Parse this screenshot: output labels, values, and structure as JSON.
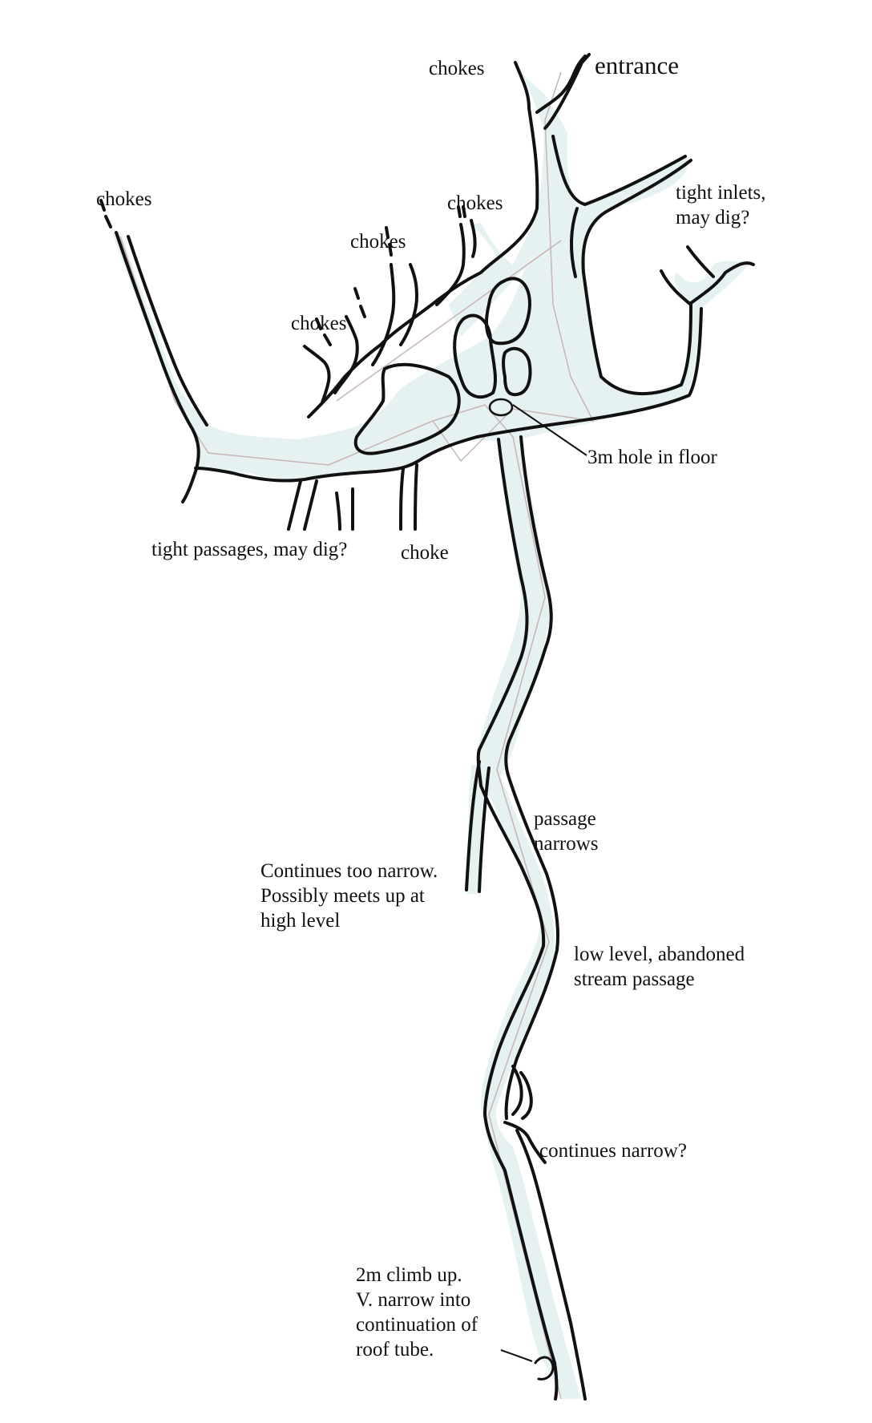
{
  "map": {
    "colors": {
      "passage_fill": "#e6f2f2",
      "wall": "#111111",
      "survey_line": "#c8b4b4"
    },
    "labels": {
      "entrance": "entrance",
      "chokes_top": "chokes",
      "chokes_left": "chokes",
      "chokes_mid_right": "chokes",
      "chokes_mid": "chokes",
      "chokes_lower": "chokes",
      "tight_inlets": [
        "tight inlets,",
        "may dig?"
      ],
      "hole_in_floor": "3m hole in floor",
      "tight_passages": "tight passages, may dig?",
      "choke": "choke",
      "passage_narrows": [
        "passage",
        "narrows"
      ],
      "continues_too_narrow": [
        "Continues too narrow.",
        "Possibly meets up at",
        "high level"
      ],
      "low_level": [
        "low level, abandoned",
        "stream passage"
      ],
      "continues_narrow": "continues narrow?",
      "climb_up": [
        "2m climb up.",
        "V. narrow into",
        "continuation of",
        "roof tube."
      ]
    }
  }
}
